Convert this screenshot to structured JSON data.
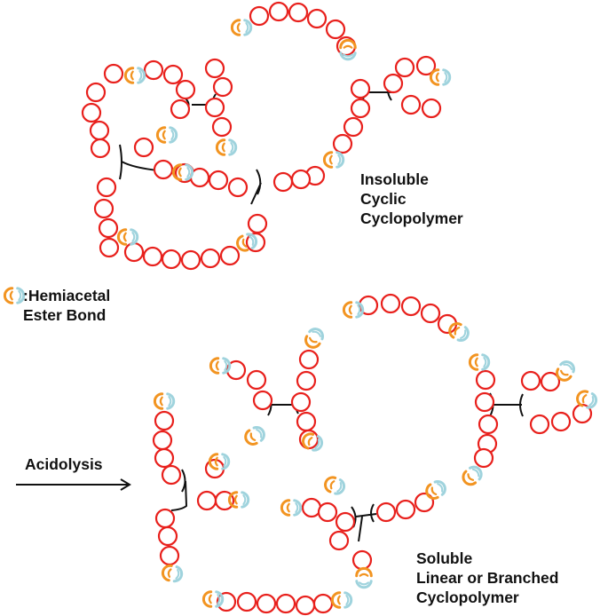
{
  "labels": {
    "insoluble": [
      "Insoluble",
      "Cyclic",
      "Cyclopolymer"
    ],
    "legend": [
      ":Hemiacetal",
      "Ester Bond"
    ],
    "acidolysis": "Acidolysis",
    "soluble": [
      "Soluble",
      "Linear or Branched",
      "Cyclopolymer"
    ]
  },
  "icons": {
    "monomer": "red-circle-icon",
    "bond": "hemiacetal-ester-bond-icon",
    "arrow": "right-arrow-icon"
  },
  "colors": {
    "monomer": "#e8201c",
    "bond_orange": "#f29421",
    "bond_blue": "#9fd3dd",
    "linker": "#111111"
  }
}
